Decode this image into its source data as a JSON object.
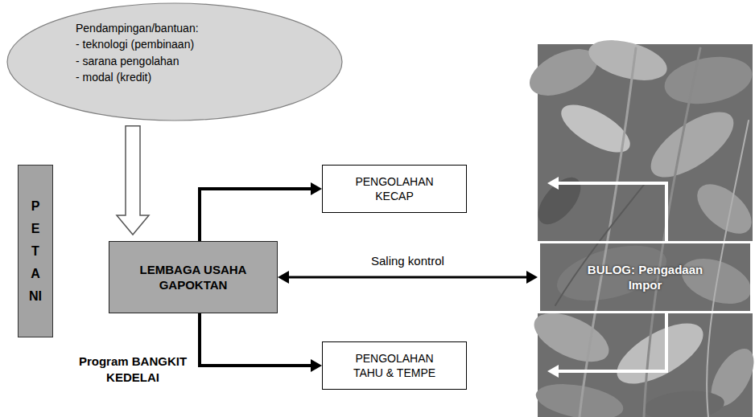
{
  "diagram": {
    "nodes": [
      {
        "text": [
          "Pendampingan/bantuan:",
          "- teknologi (pembinaan)",
          "- sarana pengolahan",
          "- modal (kredit)"
        ]
      },
      {
        "text": [
          "PETANI"
        ]
      },
      {
        "text": [
          "LEMBAGA USAHA GAPOKTAN"
        ]
      },
      {
        "text": [
          "PENGOLAHAN KECAP"
        ]
      },
      {
        "text": [
          "PENGOLAHAN TAHU & TEMPE"
        ]
      },
      {
        "text": [
          "BULOG: Pengadaan Impor"
        ]
      }
    ],
    "edges": [
      {
        "from": 0,
        "to": 2,
        "arrow": "to"
      },
      {
        "from": 2,
        "to": 3,
        "arrow": "to"
      },
      {
        "from": 2,
        "to": 4,
        "arrow": "to"
      },
      {
        "from": 2,
        "to": 5,
        "label": "Saling kontrol",
        "arrow": "both"
      }
    ],
    "labels": [
      "Program BANGKIT KEDELAI"
    ]
  }
}
